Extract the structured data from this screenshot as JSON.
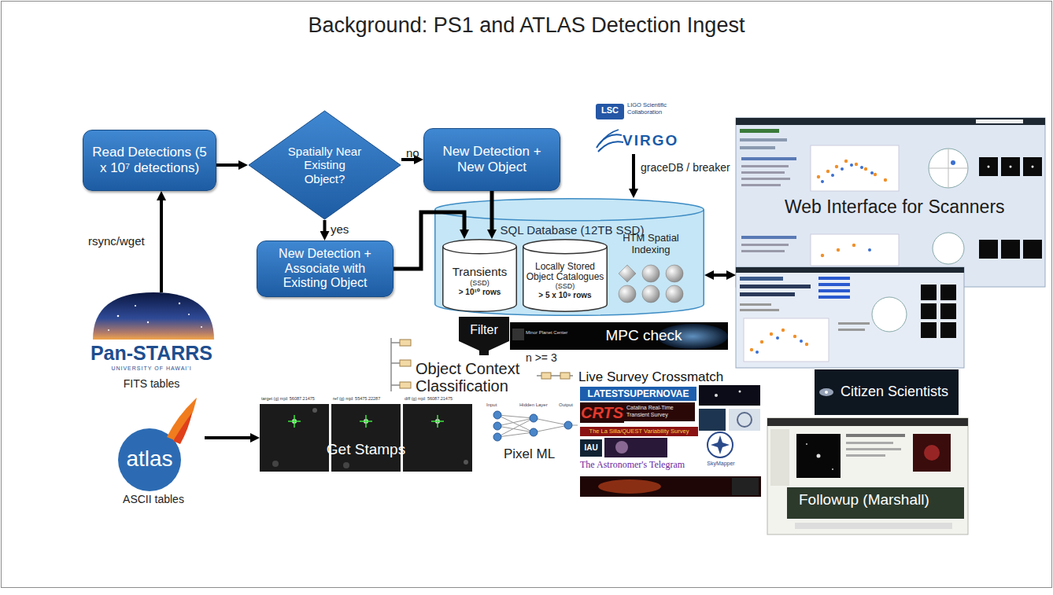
{
  "diagram": {
    "title": "Background: PS1 and ATLAS Detection Ingest",
    "nodes": [
      {
        "text": [
          "Read Detections (5 x 10⁷ detections)"
        ]
      },
      {
        "text": [
          "Spatially Near Existing Object?"
        ]
      },
      {
        "text": [
          "New Detection + New Object"
        ]
      },
      {
        "text": [
          "New Detection + Associate with Existing Object"
        ]
      },
      {
        "text": [
          "SQL Database (12TB SSD)"
        ]
      },
      {
        "text": [
          "Transients",
          "(SSD)",
          "> 10¹⁰ rows"
        ],
        "in": 4
      },
      {
        "text": [
          "Locally Stored Object Catalogues",
          "(SSD)",
          "> 5 x 10⁹ rows"
        ],
        "in": 4
      },
      {
        "text": [
          "LSC",
          "LIGO Scientific Collaboration",
          "VIRGO"
        ]
      },
      {
        "text": [
          "Web Interface for Scanners"
        ]
      },
      {
        "text": [
          "Minor Planet Center",
          "MPC check"
        ]
      },
      {
        "text": [
          "Citizen Scientists"
        ]
      },
      {
        "text": [
          "Followup (Marshall)"
        ]
      },
      {
        "text": [
          "Pan-STARRS",
          "UNIVERSITY OF HAWAI'I",
          "FITS tables"
        ]
      },
      {
        "text": [
          "atlas",
          "ASCII tables"
        ]
      },
      {
        "text": [
          "target (g) mjd: 56087.21475",
          "ref (g) mjd: 55475.22287",
          "diff (g) mjd: 56087.21475",
          "Get Stamps"
        ]
      }
    ],
    "edges": [
      {
        "from": 12,
        "to": 0,
        "arrow": "to",
        "label": "rsync/wget"
      },
      {
        "from": 0,
        "to": 1,
        "arrow": "to"
      },
      {
        "from": 1,
        "to": 2,
        "arrow": "to",
        "label": "no"
      },
      {
        "from": 1,
        "to": 3,
        "arrow": "to",
        "label": "yes"
      },
      {
        "from": 2,
        "to": 5,
        "arrow": "to"
      },
      {
        "from": 3,
        "to": 5,
        "arrow": "to"
      },
      {
        "from": 7,
        "to": 4,
        "arrow": "to",
        "label": "graceDB / breaker"
      },
      {
        "from": 4,
        "to": 8,
        "arrow": "both"
      },
      {
        "from": 13,
        "to": 14,
        "arrow": "to"
      }
    ],
    "labels": [
      "HTM Spatial Indexing",
      "Filter",
      "n >= 3",
      "Object Context Classification",
      "Pixel ML",
      "Input",
      "Hidden Layer",
      "Output",
      "Live Survey Crossmatch",
      "LATESTSUPERNOVAE",
      "CRTS",
      "Catalina Real-Time Transient Survey",
      "The La Silla/QUEST Variability Survey",
      "IAU",
      "SkyMapper",
      "The Astronomer's Telegram"
    ]
  }
}
